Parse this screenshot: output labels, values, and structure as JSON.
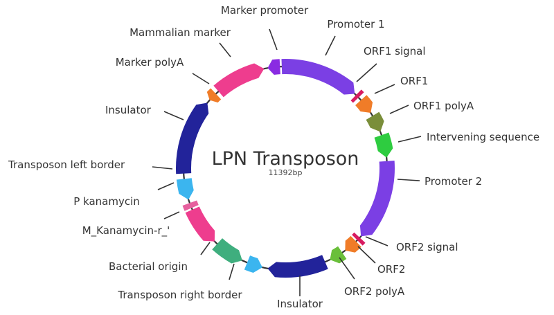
{
  "plasmid": {
    "name": "LPN Transposon",
    "size": "11392bp"
  },
  "features": [
    {
      "id": "marker-promoter",
      "label": "Marker promoter",
      "color": "#8a2be2"
    },
    {
      "id": "promoter-1",
      "label": "Promoter 1",
      "color": "#7b3fe4"
    },
    {
      "id": "orf1-signal",
      "label": "ORF1 signal",
      "color": "#d81b60"
    },
    {
      "id": "orf1",
      "label": "ORF1",
      "color": "#f07c28"
    },
    {
      "id": "orf1-polya",
      "label": "ORF1 polyA",
      "color": "#7a8e3a"
    },
    {
      "id": "intervening-sequence",
      "label": "Intervening sequence",
      "color": "#2ecc40"
    },
    {
      "id": "promoter-2",
      "label": "Promoter 2",
      "color": "#7b3fe4"
    },
    {
      "id": "orf2-signal",
      "label": "ORF2 signal",
      "color": "#d81b60"
    },
    {
      "id": "orf2",
      "label": "ORF2",
      "color": "#f07c28"
    },
    {
      "id": "orf2-polya",
      "label": "ORF2 polyA",
      "color": "#6abf3a"
    },
    {
      "id": "insulator-bottom",
      "label": "Insulator",
      "color": "#22239a"
    },
    {
      "id": "transposon-right-border",
      "label": "Transposon right border",
      "color": "#3bb5ef"
    },
    {
      "id": "bacterial-origin",
      "label": "Bacterial origin",
      "color": "#3fae7e"
    },
    {
      "id": "m-kanamycin",
      "label": "M_Kanamycin-r_'",
      "color": "#ee3d8e"
    },
    {
      "id": "p-kanamycin",
      "label": "P kanamycin",
      "color": "#e6609e"
    },
    {
      "id": "transposon-left-border",
      "label": "Transposon left border",
      "color": "#3bb5ef"
    },
    {
      "id": "insulator-left",
      "label": "Insulator",
      "color": "#22239a"
    },
    {
      "id": "marker-polya",
      "label": "Marker polyA",
      "color": "#f07c28"
    },
    {
      "id": "mammalian-marker",
      "label": "Mammalian marker",
      "color": "#ee3d8e"
    }
  ],
  "colors": {
    "ring": "#333333",
    "text": "#333333"
  }
}
